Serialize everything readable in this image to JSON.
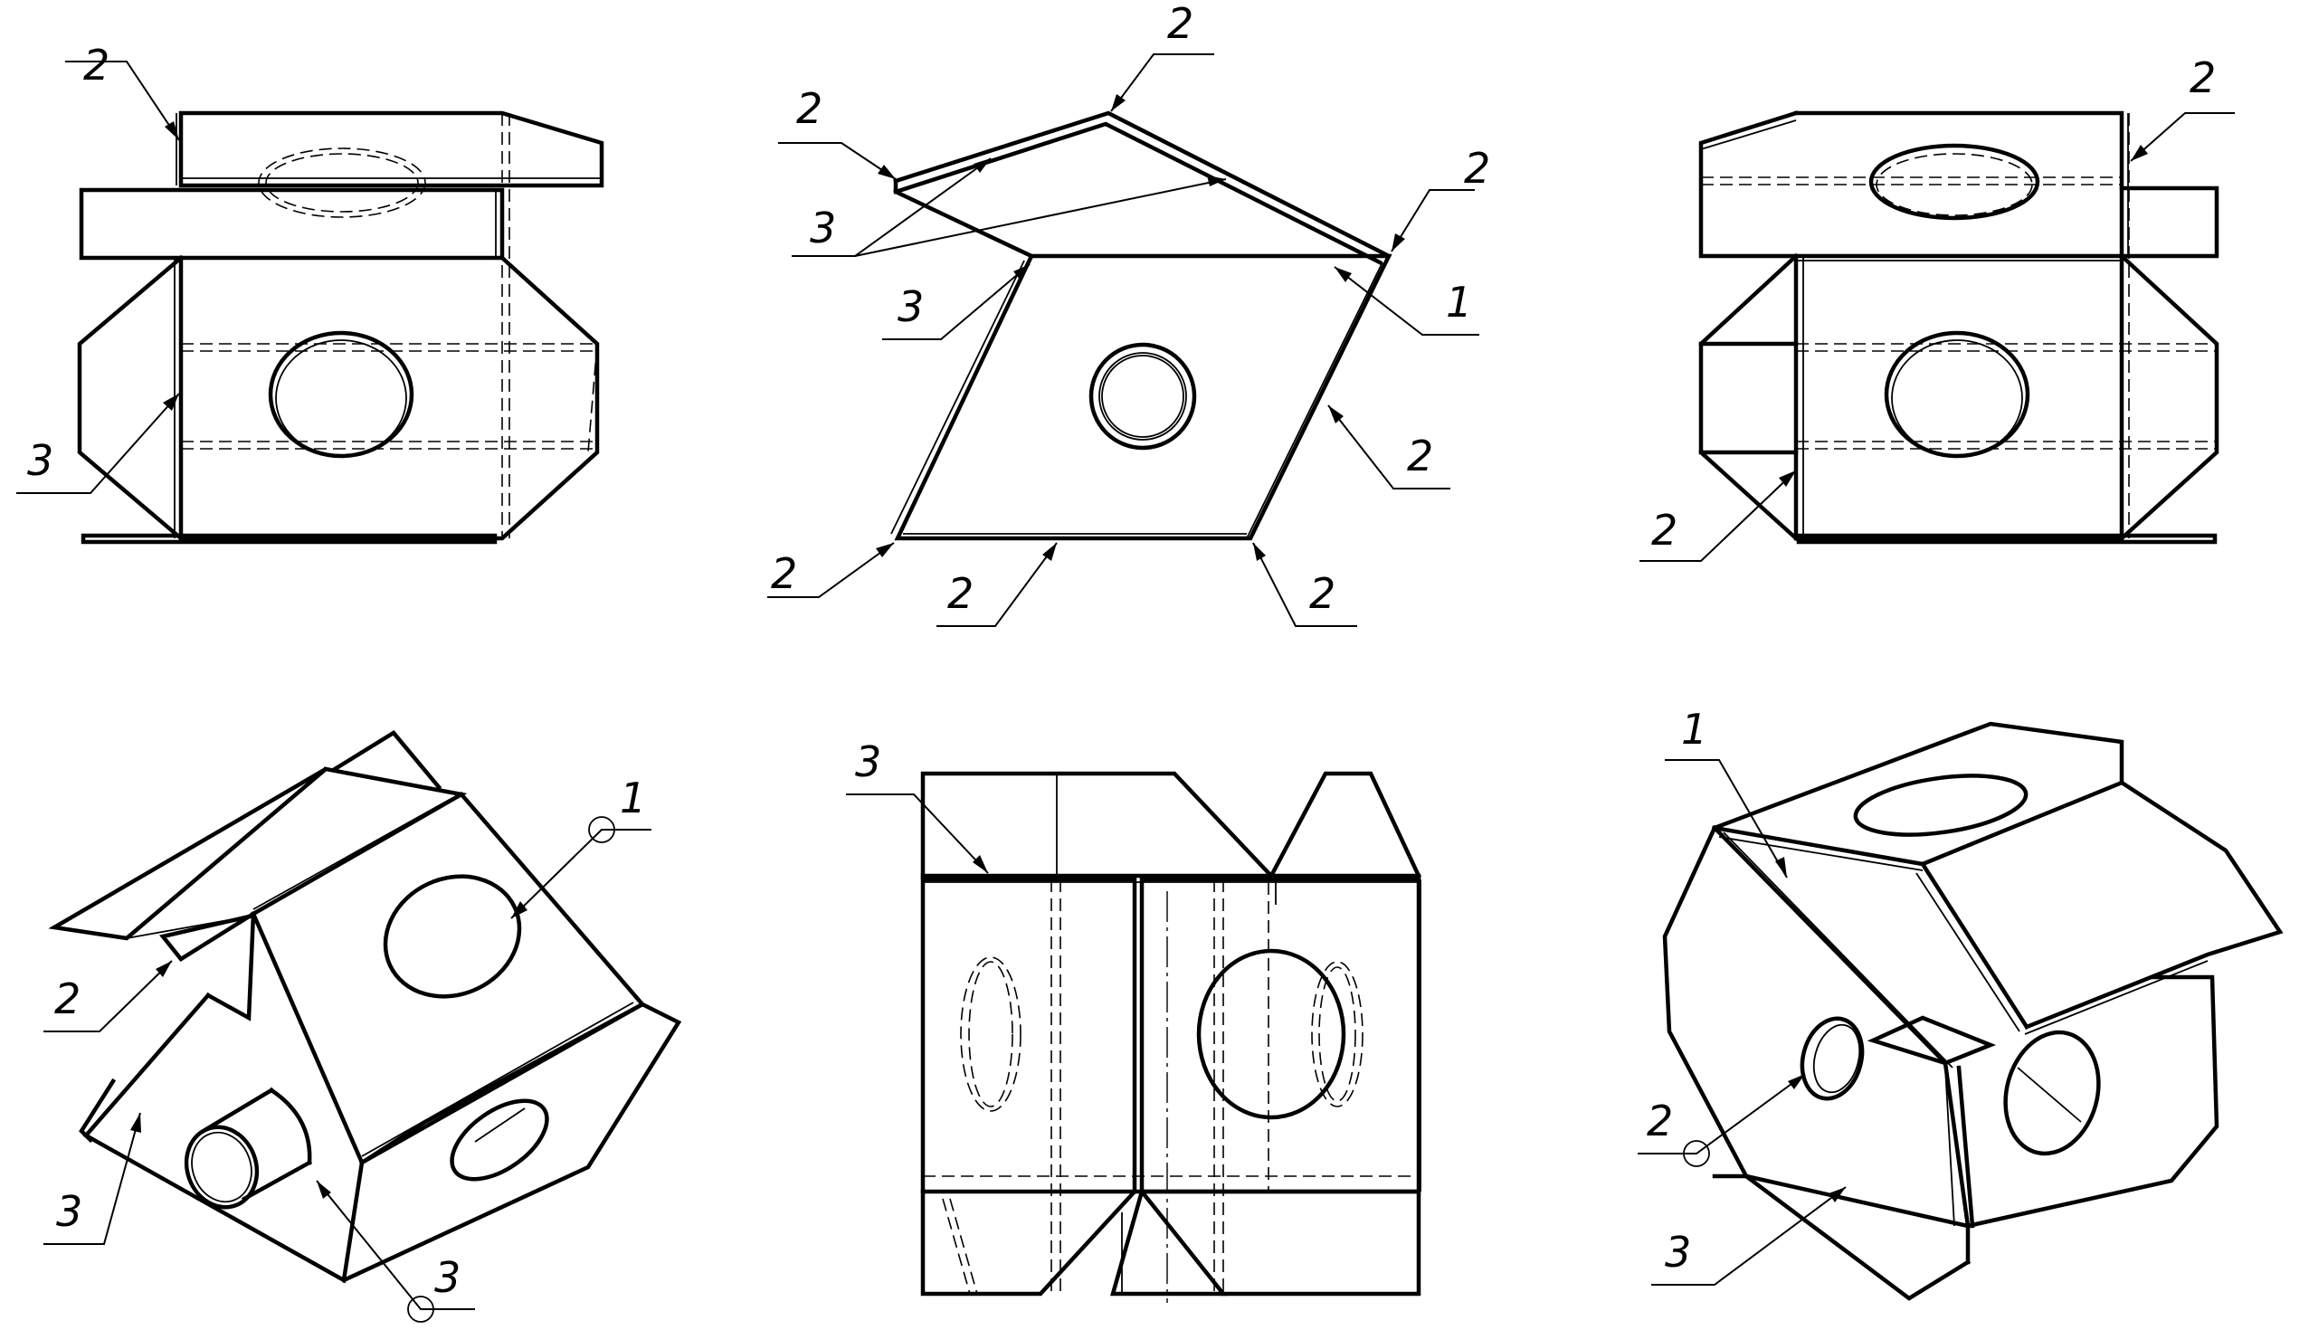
{
  "drawing": {
    "views": [
      {
        "id": "view-front-left",
        "labels": [
          "2",
          "3"
        ]
      },
      {
        "id": "view-top-center",
        "labels": [
          "2",
          "2",
          "3",
          "3",
          "2",
          "1",
          "2",
          "2",
          "2",
          "2"
        ]
      },
      {
        "id": "view-front-right",
        "labels": [
          "2",
          "2"
        ]
      },
      {
        "id": "view-iso-left",
        "labels": [
          "1",
          "2",
          "3",
          "3"
        ]
      },
      {
        "id": "view-side-center",
        "labels": [
          "3"
        ]
      },
      {
        "id": "view-iso-right",
        "labels": [
          "1",
          "2",
          "3"
        ]
      }
    ]
  },
  "callouts": {
    "v1_a": "2",
    "v1_b": "3",
    "v2_a": "2",
    "v2_b": "2",
    "v2_c": "3",
    "v2_d": "2",
    "v2_e": "1",
    "v2_f": "3",
    "v2_g": "2",
    "v2_h": "2",
    "v2_i": "2",
    "v2_j": "2",
    "v3_a": "2",
    "v3_b": "2",
    "v4_a": "1",
    "v4_b": "2",
    "v4_c": "3",
    "v4_d": "3",
    "v5_a": "3",
    "v6_a": "1",
    "v6_b": "2",
    "v6_c": "3"
  }
}
